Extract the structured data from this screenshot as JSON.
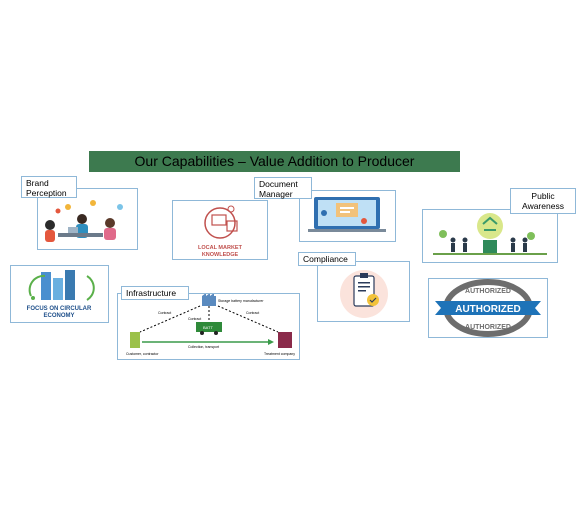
{
  "title": "Our Capabilities – Value Addition to Producer",
  "labels": {
    "brand_perception": "Brand Perception",
    "document_manager": "Document Manager",
    "public_awareness": "Public Awareness",
    "compliance": "Compliance",
    "infrastructure": "Infrastructure"
  },
  "local_market": {
    "line1": "LOCAL MARKET",
    "line2": "KNOWLEDGE"
  },
  "circular_economy": {
    "line1": "FOCUS ON CIRCULAR",
    "line2": "ECONOMY"
  },
  "authorized": {
    "top": "AUTHORIZED",
    "middle": "AUTHORIZED",
    "bottom": "AUTHORIZED"
  },
  "infra_diagram": {
    "manufacturer": "Storage battery manufacturer",
    "contract_left": "Contract",
    "contract_right": "Contract",
    "contract_mid": "Contract",
    "batt": "BATT",
    "collection": "Collection, transport",
    "customer": "Customer, contractor",
    "treatment": "Treatment company"
  },
  "colors": {
    "title_bar": "#3d7a4f",
    "frame_border": "#8fb8d8",
    "local_market_red": "#c0504d",
    "authorized_blue": "#1e73b8",
    "authorized_gray": "#6d6d6d"
  }
}
